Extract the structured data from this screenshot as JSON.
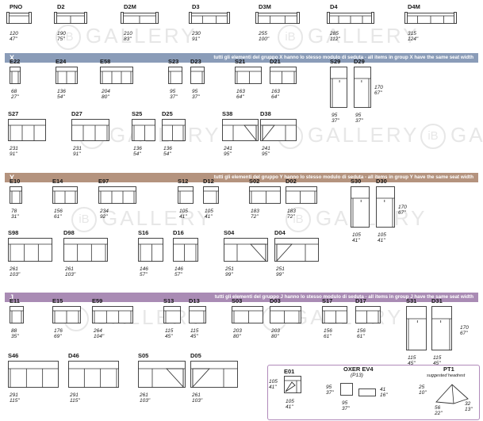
{
  "watermark_text": "GALLERY",
  "watermark_logo": "iB",
  "top_row": [
    {
      "code": "PNO",
      "cm": "120",
      "in": "47\""
    },
    {
      "code": "D2",
      "cm": "190",
      "in": "75\""
    },
    {
      "code": "D2M",
      "cm": "210",
      "in": "83\""
    },
    {
      "code": "D3",
      "cm": "230",
      "in": "91\""
    },
    {
      "code": "D3M",
      "cm": "255",
      "in": "100\""
    },
    {
      "code": "D4",
      "cm": "285",
      "in": "112\""
    },
    {
      "code": "D4M",
      "cm": "315",
      "in": "124\""
    }
  ],
  "groups": [
    {
      "letter": "X",
      "color": "#8a9cb8",
      "text": "tutti gli elementi del gruppo X hanno lo stesso modulo di seduta  -  all items in group X have the same seat width"
    },
    {
      "letter": "Y",
      "color": "#b4937e",
      "text": "tutti gli elementi del gruppo Y hanno lo stesso modulo di seduta  -  all items in group Y have the same seat width"
    },
    {
      "letter": "J",
      "color": "#a98bb4",
      "text": "tutti gli elementi del gruppo J hanno lo stesso modulo di seduta  -  all items in group J have the same seat width"
    }
  ],
  "items": [
    {
      "code": "E22",
      "cm": "68",
      "in": "27\"",
      "kind": "chair"
    },
    {
      "code": "E24",
      "cm": "136",
      "in": "54\"",
      "kind": "sofa2"
    },
    {
      "code": "E58",
      "cm": "204",
      "in": "80\"",
      "kind": "sofa3"
    },
    {
      "code": "S23",
      "cm": "95",
      "in": "37\"",
      "kind": "armL"
    },
    {
      "code": "D23",
      "cm": "95",
      "in": "37\"",
      "kind": "armR"
    },
    {
      "code": "S21",
      "cm": "163",
      "in": "64\"",
      "kind": "sofa2L"
    },
    {
      "code": "D21",
      "cm": "163",
      "in": "64\"",
      "kind": "sofa2R"
    },
    {
      "code": "S29",
      "cm": "95",
      "in": "37\"",
      "kind": "chaiseL"
    },
    {
      "code": "D29",
      "cm": "95",
      "in": "37\"",
      "kind": "chaiseR"
    },
    {
      "code": "S27",
      "cm": "231",
      "in": "91\"",
      "kind": "sofa3L"
    },
    {
      "code": "D27",
      "cm": "231",
      "in": "91\"",
      "kind": "sofa3R"
    },
    {
      "code": "S25",
      "cm": "136",
      "in": "54\"",
      "kind": "sofa2L"
    },
    {
      "code": "D25",
      "cm": "136",
      "in": "54\"",
      "kind": "sofa2R"
    },
    {
      "code": "S38",
      "cm": "241",
      "in": "95\"",
      "kind": "cornerL"
    },
    {
      "code": "D38",
      "cm": "241",
      "in": "95\"",
      "kind": "cornerR"
    },
    {
      "code": "E10",
      "cm": "78",
      "in": "31\"",
      "kind": "chair"
    },
    {
      "code": "E14",
      "cm": "156",
      "in": "61\"",
      "kind": "sofa2"
    },
    {
      "code": "E97",
      "cm": "234",
      "in": "92\"",
      "kind": "sofa3"
    },
    {
      "code": "S12",
      "cm": "105",
      "in": "41\"",
      "kind": "armL"
    },
    {
      "code": "D12",
      "cm": "105",
      "in": "41\"",
      "kind": "armR"
    },
    {
      "code": "S02",
      "cm": "183",
      "in": "72\"",
      "kind": "sofa2L"
    },
    {
      "code": "D02",
      "cm": "183",
      "in": "72\"",
      "kind": "sofa2R"
    },
    {
      "code": "S30",
      "cm": "105",
      "in": "41\"",
      "kind": "chaiseL"
    },
    {
      "code": "D30",
      "cm": "105",
      "in": "41\"",
      "kind": "chaiseR"
    },
    {
      "code": "S98",
      "cm": "261",
      "in": "103\"",
      "kind": "sofa3L"
    },
    {
      "code": "D98",
      "cm": "261",
      "in": "103\"",
      "kind": "sofa3R"
    },
    {
      "code": "S16",
      "cm": "146",
      "in": "57\"",
      "kind": "sofa2L"
    },
    {
      "code": "D16",
      "cm": "146",
      "in": "57\"",
      "kind": "sofa2R"
    },
    {
      "code": "S04",
      "cm": "251",
      "in": "99\"",
      "kind": "cornerL"
    },
    {
      "code": "D04",
      "cm": "251",
      "in": "99\"",
      "kind": "cornerR"
    },
    {
      "code": "E11",
      "cm": "88",
      "in": "35\"",
      "kind": "chair"
    },
    {
      "code": "E15",
      "cm": "176",
      "in": "69\"",
      "kind": "sofa2"
    },
    {
      "code": "E59",
      "cm": "264",
      "in": "104\"",
      "kind": "sofa3"
    },
    {
      "code": "S13",
      "cm": "115",
      "in": "45\"",
      "kind": "armL"
    },
    {
      "code": "D13",
      "cm": "115",
      "in": "45\"",
      "kind": "armR"
    },
    {
      "code": "S03",
      "cm": "203",
      "in": "80\"",
      "kind": "sofa2L"
    },
    {
      "code": "D03",
      "cm": "203",
      "in": "80\"",
      "kind": "sofa2R"
    },
    {
      "code": "S17",
      "cm": "156",
      "in": "61\"",
      "kind": "sofa2L"
    },
    {
      "code": "D17",
      "cm": "156",
      "in": "61\"",
      "kind": "sofa2R"
    },
    {
      "code": "S31",
      "cm": "115",
      "in": "45\"",
      "kind": "chaiseL"
    },
    {
      "code": "D31",
      "cm": "115",
      "in": "45\"",
      "kind": "chaiseR"
    },
    {
      "code": "S46",
      "cm": "291",
      "in": "115\"",
      "kind": "sofa3L"
    },
    {
      "code": "D46",
      "cm": "291",
      "in": "115\"",
      "kind": "sofa3R"
    },
    {
      "code": "S05",
      "cm": "261",
      "in": "103\"",
      "kind": "cornerL"
    },
    {
      "code": "D05",
      "cm": "261",
      "in": "103\"",
      "kind": "cornerR"
    }
  ],
  "depths": [
    {
      "cm": "170",
      "in": "67\""
    },
    {
      "cm": "170",
      "in": "67\""
    },
    {
      "cm": "170",
      "in": "67\""
    }
  ],
  "extras": {
    "e01": {
      "code": "E01",
      "cm_w": "105",
      "in_w": "41\"",
      "cm_d": "105",
      "in_d": "41\""
    },
    "oxer": {
      "code": "OXER EV4",
      "sub": "(P13)",
      "cm_w": "95",
      "in_w": "37\"",
      "cm_h": "95",
      "in_h": "37\"",
      "cm_s": "41",
      "in_s": "16\""
    },
    "pt1": {
      "code": "PT1",
      "note": "suggested headrest",
      "cm_a": "25",
      "in_a": "10\"",
      "cm_b": "56",
      "in_b": "22\"",
      "cm_c": "32",
      "in_c": "13\""
    }
  }
}
